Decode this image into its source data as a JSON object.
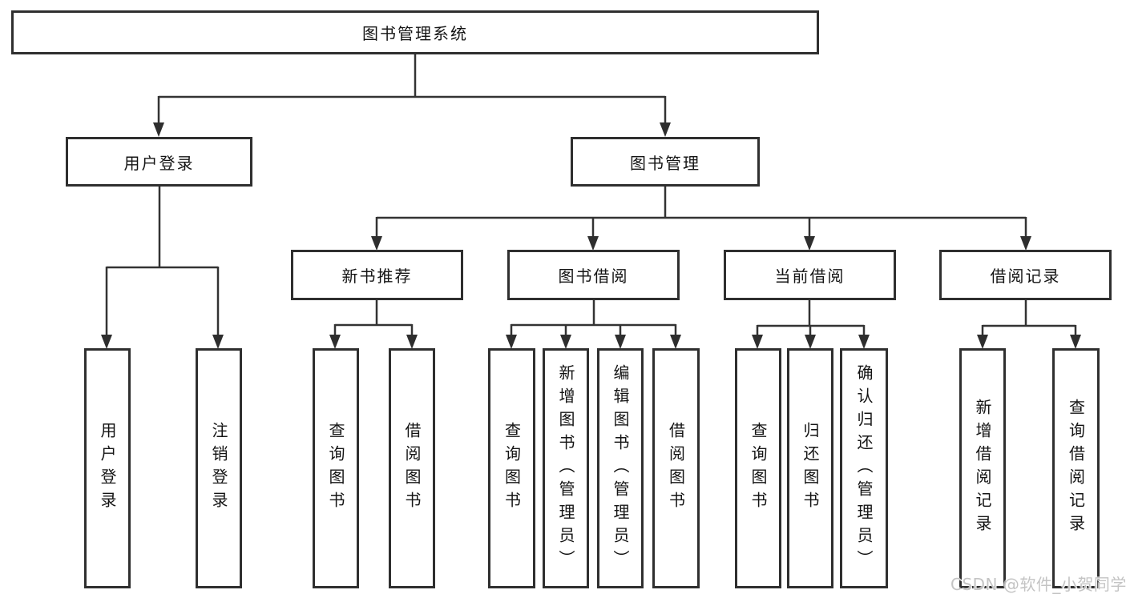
{
  "tree": {
    "root": {
      "label": "图书管理系统"
    },
    "children": [
      {
        "label": "用户登录",
        "children": [
          {
            "label": "用户登录"
          },
          {
            "label": "注销登录"
          }
        ]
      },
      {
        "label": "图书管理",
        "children": [
          {
            "label": "新书推荐",
            "children": [
              {
                "label": "查询图书"
              },
              {
                "label": "借阅图书"
              }
            ]
          },
          {
            "label": "图书借阅",
            "children": [
              {
                "label": "查询图书"
              },
              {
                "label": "新增图书（管理员）"
              },
              {
                "label": "编辑图书（管理员）"
              },
              {
                "label": "借阅图书"
              }
            ]
          },
          {
            "label": "当前借阅",
            "children": [
              {
                "label": "查询图书"
              },
              {
                "label": "归还图书"
              },
              {
                "label": "确认归还（管理员）"
              }
            ]
          },
          {
            "label": "借阅记录",
            "children": [
              {
                "label": "新增借阅记录"
              },
              {
                "label": "查询借阅记录"
              }
            ]
          }
        ]
      }
    ]
  },
  "watermark": "CSDN @软件_小贺同学",
  "colors": {
    "line": "#333333",
    "box_border": "#2f2f2f",
    "box_fill": "#ffffff",
    "text": "#141414",
    "watermark": "#c4c4c4",
    "background": "#ffffff"
  }
}
